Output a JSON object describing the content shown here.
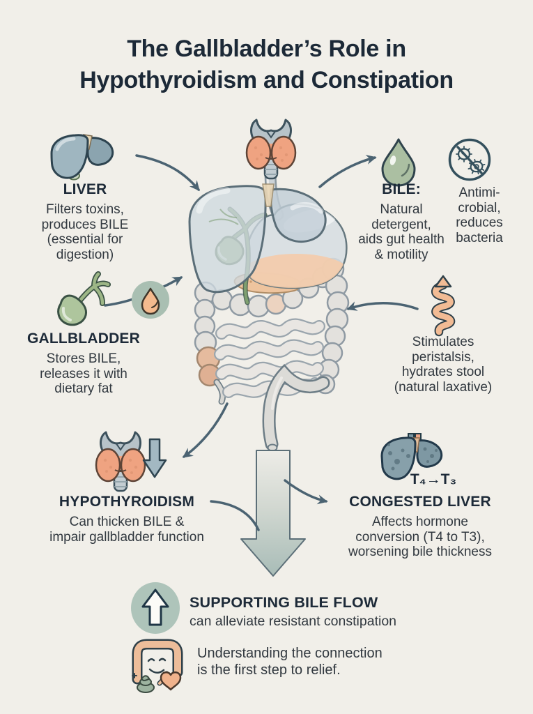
{
  "title": {
    "line1": "The Gallbladder’s Role in",
    "line2": "Hypothyroidism and Constipation"
  },
  "nodes": {
    "liver": {
      "heading": "LIVER",
      "body": "Filters toxins,\nproduces BILE\n(essential for\ndigestion)"
    },
    "bile": {
      "heading": "BILE:",
      "body": "Natural\ndetergent,\naids gut health\n& motility"
    },
    "antimicrobial": {
      "body": "Antimi-\ncrobial,\nreduces\nbacteria"
    },
    "gallbladder": {
      "heading": "GALLBLADDER",
      "body": "Stores BILE,\nreleases it with\ndietary fat"
    },
    "peristalsis": {
      "body": "Stimulates\nperistalsis,\nhydrates stool\n(natural laxative)"
    },
    "hypothyroidism": {
      "heading": "HYPOTHYROIDISM",
      "body": "Can thicken BILE &\nimpair gallbladder function"
    },
    "congested_liver": {
      "heading": "CONGESTED LIVER",
      "body": "Affects hormone\nconversion (T4 to T3),\nworsening bile thickness",
      "hormone_label": "T₄→T₃"
    },
    "supporting": {
      "heading": "SUPPORTING BILE FLOW",
      "body": "can alleviate resistant constipation"
    },
    "footer": {
      "body": "Understanding the connection\nis the first step to relief."
    }
  },
  "icons": {
    "liver_icon": "liver organ",
    "thyroid_icon": "thyroid gland with larynx and trachea",
    "bile_droplet_icon": "green bile drop",
    "no_bacteria_icon": "crossed-out bacteria in circle",
    "gallbladder_icon": "gallbladder with bile ducts",
    "bile_badge_icon": "orange bile drop in green circle",
    "digestive_system_illustration": "liver, gallbladder, stomach and intestines",
    "intestine_flow_icon": "intestine coil with upward arrow",
    "thyroid_down_arrow_icon": "down arrow beside thyroid",
    "congested_liver_icon": "spotted liver with vessels and T4 to T3 label",
    "big_down_arrow": "large downward flow arrow",
    "up_arrow_badge_icon": "up arrow in green circle",
    "happy_gut_icon": "smiling colon with stool and heart"
  },
  "colors": {
    "background": "#f1efe9",
    "ink": "#1c2937",
    "body_text": "#31383f",
    "arrow": "#4b6372",
    "sage_green": "#abbfa2",
    "peach": "#f0ad88",
    "steel_blue": "#9fb6c0",
    "badge_green": "#aec4ba",
    "gradient_arrow_top": "#edece7",
    "gradient_arrow_bottom": "#a8bcb7"
  }
}
